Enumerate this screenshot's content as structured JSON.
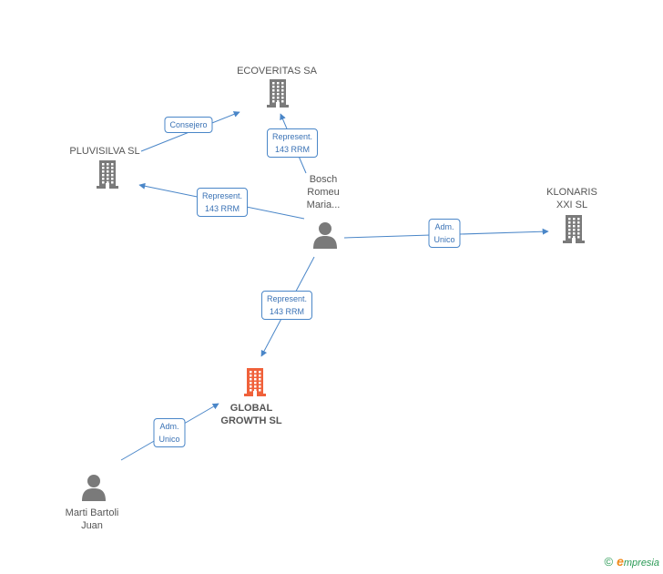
{
  "nodes": [
    {
      "id": "ecoveritas",
      "type": "company",
      "label_lines": [
        "ECOVERITAS SA"
      ],
      "color": "#7a7a7a"
    },
    {
      "id": "pluvisilva",
      "type": "company",
      "label_lines": [
        "PLUVISILVA SL"
      ],
      "color": "#7a7a7a"
    },
    {
      "id": "klonaris",
      "type": "company",
      "label_lines": [
        "KLONARIS",
        "XXI SL"
      ],
      "color": "#7a7a7a"
    },
    {
      "id": "global",
      "type": "company",
      "label_lines": [
        "GLOBAL",
        "GROWTH SL"
      ],
      "color": "#f0613a",
      "focus": true
    },
    {
      "id": "bosch",
      "type": "person",
      "label_lines": [
        "Bosch",
        "Romeu",
        "Maria..."
      ],
      "color": "#7a7a7a"
    },
    {
      "id": "marti",
      "type": "person",
      "label_lines": [
        "Marti Bartoli",
        "Juan"
      ],
      "color": "#7a7a7a"
    }
  ],
  "edges": [
    {
      "from": "pluvisilva",
      "to": "ecoveritas",
      "label_lines": [
        "Consejero"
      ]
    },
    {
      "from": "bosch",
      "to": "ecoveritas",
      "label_lines": [
        "Represent.",
        "143 RRM"
      ]
    },
    {
      "from": "bosch",
      "to": "pluvisilva",
      "label_lines": [
        "Represent.",
        "143 RRM"
      ]
    },
    {
      "from": "bosch",
      "to": "klonaris",
      "label_lines": [
        "Adm.",
        "Unico"
      ]
    },
    {
      "from": "bosch",
      "to": "global",
      "label_lines": [
        "Represent.",
        "143 RRM"
      ]
    },
    {
      "from": "marti",
      "to": "global",
      "label_lines": [
        "Adm.",
        "Unico"
      ]
    }
  ],
  "colors": {
    "edge": "#4a86c8",
    "company": "#7a7a7a",
    "focus": "#f0613a"
  },
  "footer": {
    "copyright": "©",
    "brand_e": "e",
    "brand_rest": "mpresia"
  }
}
